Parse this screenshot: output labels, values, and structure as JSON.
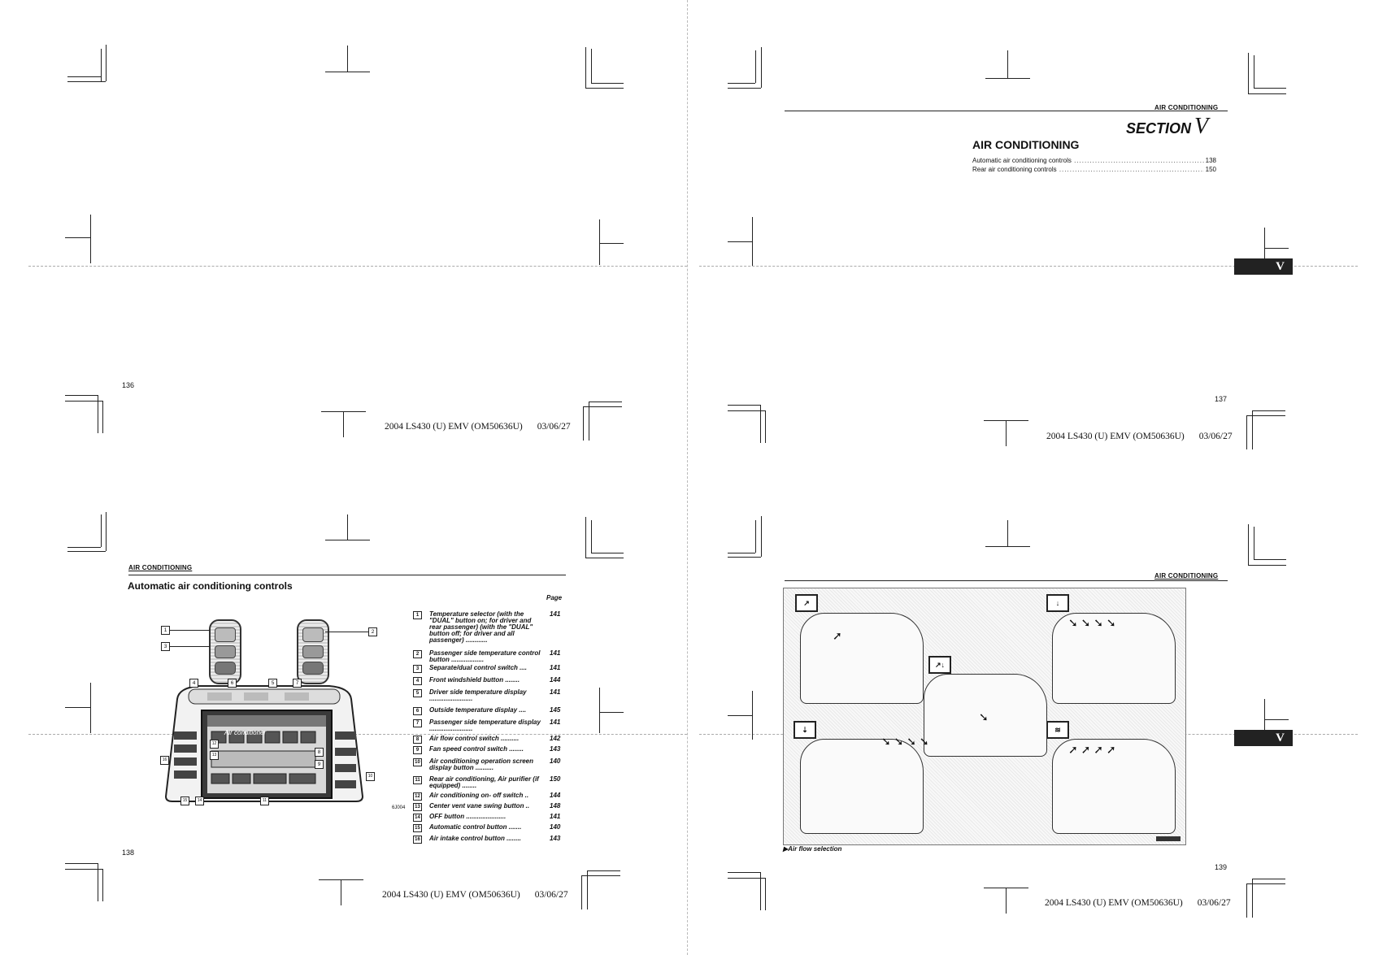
{
  "pages": {
    "p136": {
      "number": "136"
    },
    "p137": {
      "number": "137",
      "header": "AIR CONDITIONING",
      "section_word": "SECTION",
      "section_letter": "V",
      "toc_title": "AIR CONDITIONING",
      "toc": [
        {
          "label": "Automatic air conditioning controls",
          "page": "138"
        },
        {
          "label": "Rear air conditioning controls",
          "page": "150"
        }
      ],
      "tab": "V"
    },
    "p138": {
      "number": "138",
      "header": "AIR CONDITIONING",
      "title": "Automatic air conditioning controls",
      "page_col": "Page",
      "prefix": "6J004",
      "screen_title": "Air conditioner",
      "items": [
        {
          "num": "1",
          "text": "Temperature selector (with the \"DUAL\" button on; for driver and rear passenger) (with the \"DUAL\" button off; for driver and all passenger) ............",
          "page": "141"
        },
        {
          "num": "2",
          "text": "Passenger side temperature control button ..................",
          "page": "141"
        },
        {
          "num": "3",
          "text": "Separate/dual control switch ....",
          "page": "141"
        },
        {
          "num": "4",
          "text": "Front windshield button ........",
          "page": "144"
        },
        {
          "num": "5",
          "text": "Driver side temperature display ........................",
          "page": "141"
        },
        {
          "num": "6",
          "text": "Outside temperature display ....",
          "page": "145"
        },
        {
          "num": "7",
          "text": "Passenger side temperature display ........................",
          "page": "141"
        },
        {
          "num": "8",
          "text": "Air flow control switch ..........",
          "page": "142"
        },
        {
          "num": "9",
          "text": "Fan speed control switch ........",
          "page": "143"
        },
        {
          "num": "10",
          "text": "Air conditioning operation screen display button ..........",
          "page": "140"
        },
        {
          "num": "11",
          "text": "Rear air conditioning, Air purifier (if equipped) ........",
          "page": "150"
        },
        {
          "num": "12",
          "text": "Air conditioning on- off switch ..",
          "page": "144"
        },
        {
          "num": "13",
          "text": "Center vent vane swing button ..",
          "page": "148"
        },
        {
          "num": "14",
          "text": "OFF button ......................",
          "page": "141"
        },
        {
          "num": "15",
          "text": "Automatic control button .......",
          "page": "140"
        },
        {
          "num": "16",
          "text": "Air intake control button ........",
          "page": "143"
        }
      ]
    },
    "p139": {
      "number": "139",
      "header": "AIR CONDITIONING",
      "caption": "Air flow selection",
      "tab": "V"
    }
  },
  "footer": {
    "model": "2004 LS430 (U) EMV (OM50636U)",
    "date": "03/06/27"
  }
}
